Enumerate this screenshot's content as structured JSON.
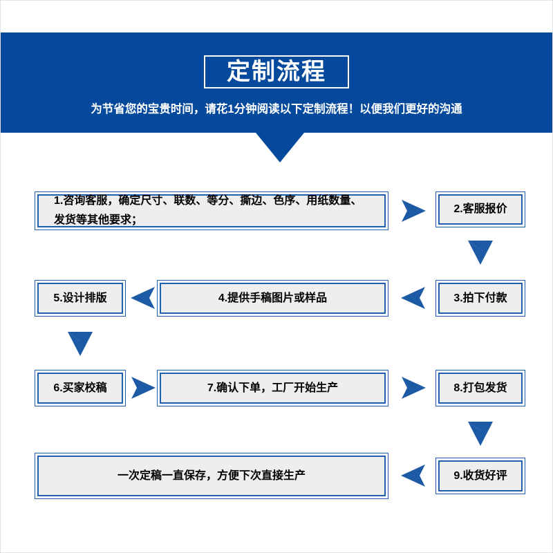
{
  "page": {
    "background_color": "#ffffff",
    "brand_blue": "#04499c",
    "box_border_blue": "#1f5fae",
    "box_fill_gray": "#eeeeee"
  },
  "header": {
    "title": "定制流程",
    "subtitle": "为节省您的宝贵时间，请花1分钟阅读以下定制流程！以便我们更好的沟通",
    "arrow_icon": "triangle-down-icon"
  },
  "flow": {
    "steps": [
      {
        "id": "step-1",
        "label": "1.咨询客服，确定尺寸、联数、等分、撕边、色序、用纸数量、发货等其他要求；",
        "line1": "1.咨询客服，确定尺寸、联数、等分、撕边、色序、用纸数量、",
        "line2": "发货等其他要求；"
      },
      {
        "id": "step-2",
        "label": "2.客服报价"
      },
      {
        "id": "step-3",
        "label": "3.拍下付款"
      },
      {
        "id": "step-4",
        "label": "4.提供手稿图片或样品"
      },
      {
        "id": "step-5",
        "label": "5.设计排版"
      },
      {
        "id": "step-6",
        "label": "6.买家校稿"
      },
      {
        "id": "step-7",
        "label": "7.确认下单，工厂开始生产"
      },
      {
        "id": "step-8",
        "label": "8.打包发货"
      },
      {
        "id": "step-9",
        "label": "9.收货好评"
      },
      {
        "id": "step-10",
        "label": "一次定稿一直保存，方便下次直接生产"
      }
    ],
    "connectors": [
      {
        "id": "connector-1-to-2",
        "icon": "arrow-right-icon"
      },
      {
        "id": "connector-2-to-3",
        "icon": "arrow-down-icon"
      },
      {
        "id": "connector-3-to-4",
        "icon": "arrow-left-icon"
      },
      {
        "id": "connector-4-to-5",
        "icon": "arrow-left-icon"
      },
      {
        "id": "connector-5-to-6",
        "icon": "arrow-down-icon"
      },
      {
        "id": "connector-6-to-7",
        "icon": "arrow-right-icon"
      },
      {
        "id": "connector-7-to-8",
        "icon": "arrow-right-icon"
      },
      {
        "id": "connector-8-to-9",
        "icon": "arrow-down-icon"
      },
      {
        "id": "connector-9-to-10",
        "icon": "arrow-left-icon"
      }
    ]
  }
}
